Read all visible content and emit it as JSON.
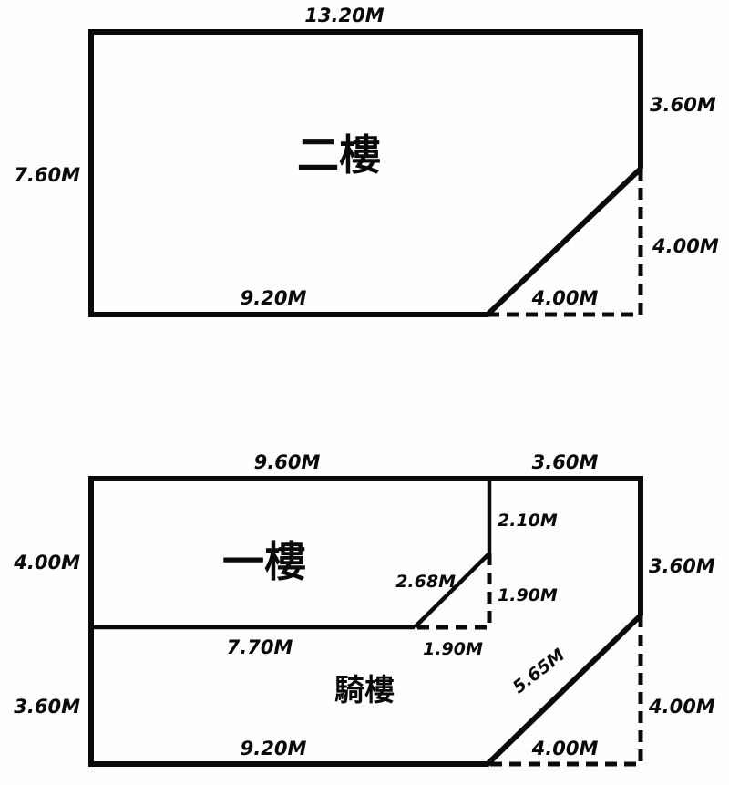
{
  "page": {
    "background_color": "#fefefe",
    "ink_color": "#0a0a0a"
  },
  "second_floor": {
    "room_label": "二樓",
    "dim_top": "13.20M",
    "dim_left": "7.60M",
    "dim_right_upper": "3.60M",
    "dim_right_lower": "4.00M",
    "dim_bottom_left": "9.20M",
    "dim_bottom_right": "4.00M"
  },
  "first_floor": {
    "room_label": "一樓",
    "arcade_label": "騎樓",
    "dim_top_left": "9.60M",
    "dim_top_right": "3.60M",
    "dim_left_upper": "4.00M",
    "dim_left_lower": "3.60M",
    "dim_right_upper": "3.60M",
    "dim_right_lower": "4.00M",
    "dim_inner_vertical": "2.10M",
    "dim_inner_diagonal": "2.68M",
    "dim_inner_dashed_vertical": "1.90M",
    "dim_inner_horizontal": "7.70M",
    "dim_inner_dashed_horizontal": "1.90M",
    "dim_arcade_diagonal": "5.65M",
    "dim_bottom_left": "9.20M",
    "dim_bottom_right": "4.00M"
  }
}
